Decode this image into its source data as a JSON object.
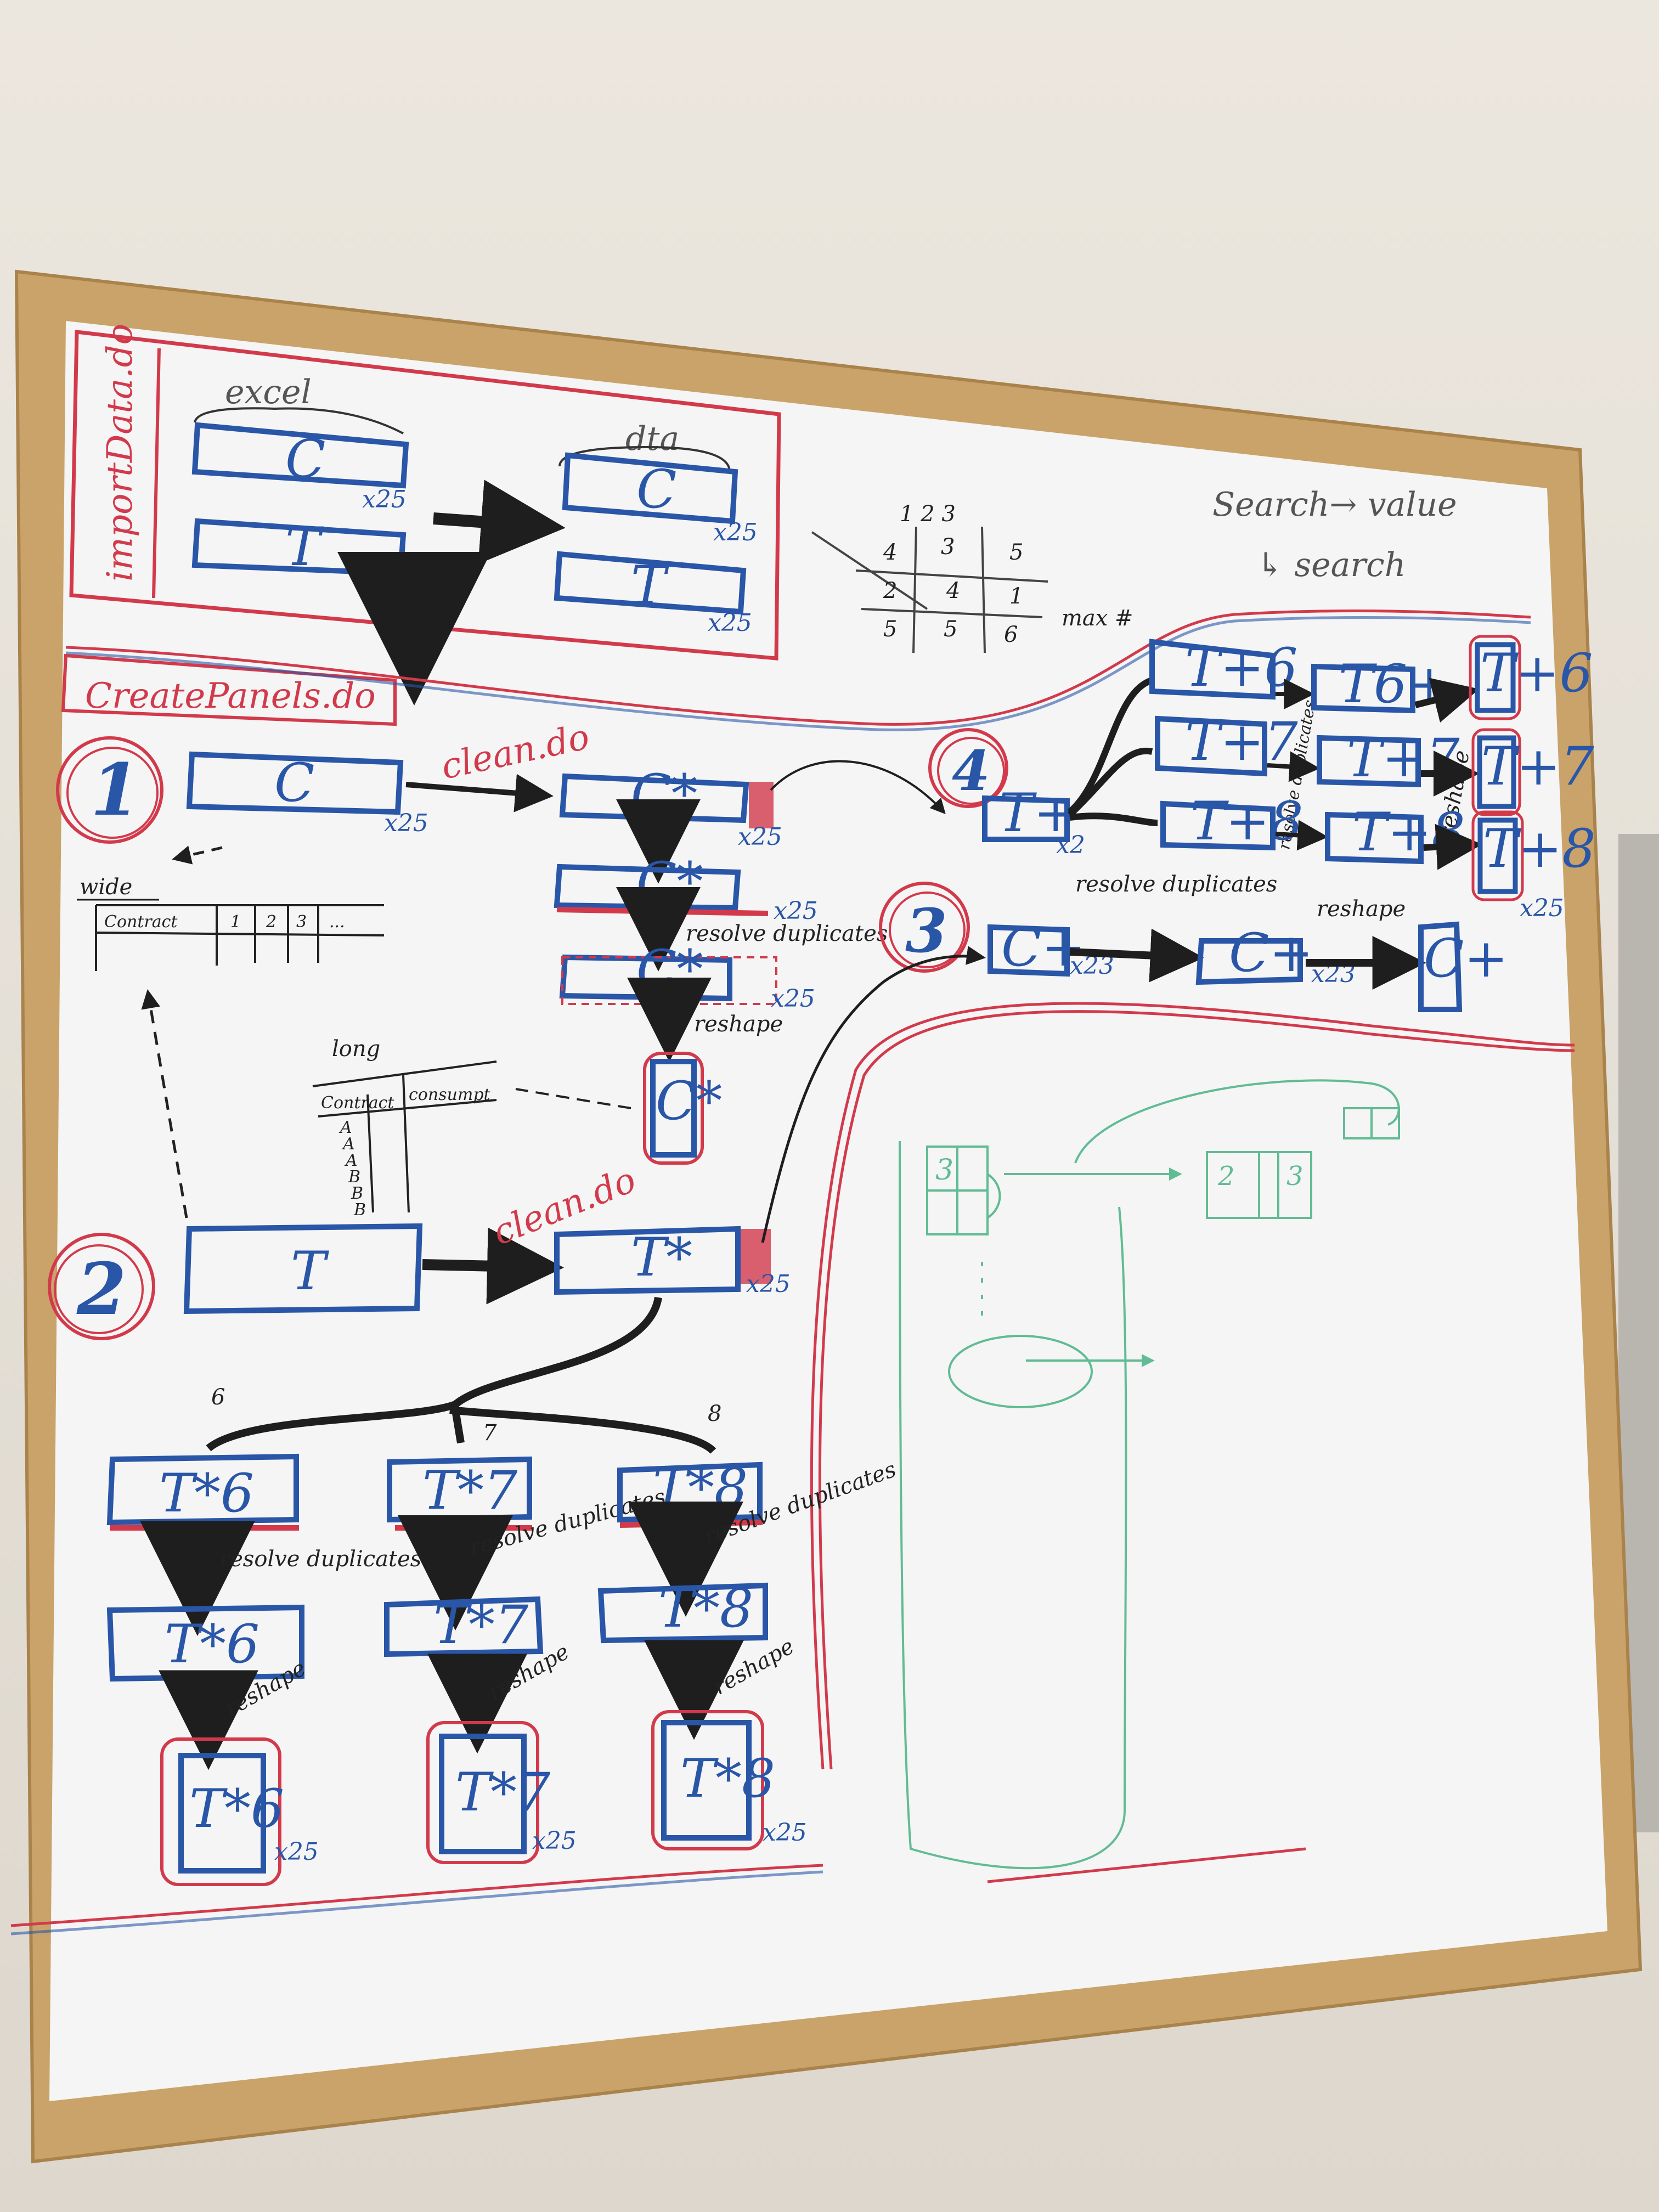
{
  "import_block": {
    "filename": "importData.do",
    "excel_label": "excel",
    "dta_label": "dta",
    "box_c": "C",
    "box_t": "T",
    "count": "x25"
  },
  "create_panels": "CreatePanels.do",
  "top_right_note": {
    "line1": "Search→ value",
    "line2": "↳ search"
  },
  "grid_note": {
    "header": "1 2 3",
    "cells": [
      "4",
      "3",
      "5",
      "2",
      "4",
      "1",
      "5",
      "5",
      "6"
    ],
    "label": "max #"
  },
  "step_numbers": {
    "one": "1",
    "two": "2",
    "three": "3",
    "four": "4"
  },
  "section1": {
    "c_box": "C",
    "clean_label": "clean.do",
    "c_star": "C*",
    "count": "x25",
    "wide_label": "wide",
    "wide_headers": [
      "Contract",
      "1",
      "2",
      "3",
      "..."
    ],
    "resolve_label": "resolve duplicates",
    "reshape_label": "reshape",
    "long_label": "long",
    "long_headers": [
      "Contract",
      "consumpt"
    ],
    "long_rows": [
      "A",
      "A",
      "A",
      "B",
      "B",
      "B"
    ]
  },
  "section2": {
    "t_box": "T",
    "clean_label": "clean.do",
    "t_star": "T*",
    "count": "x25",
    "branch_labels": [
      "6",
      "7",
      "8"
    ],
    "columns": [
      {
        "top": "T*6",
        "mid": "T*6",
        "bottom": "T*6",
        "count": "x25"
      },
      {
        "top": "T*7",
        "mid": "T*7",
        "bottom": "T*7",
        "count": "x25"
      },
      {
        "top": "T*8",
        "mid": "T*8",
        "bottom": "T*8",
        "count": "x25"
      }
    ],
    "resolve_label": "resolve duplicates",
    "reshape_label": "reshape"
  },
  "section3": {
    "c_plus": "C+",
    "resolve_label": "resolve duplicates",
    "reshape_label": "reshape",
    "count": "x23"
  },
  "section4": {
    "t_plus": "T+",
    "count": "x2",
    "rows": [
      {
        "a": "T+6",
        "b": "T6+",
        "c": "T+6"
      },
      {
        "a": "T+7",
        "b": "T+7",
        "c": "T+7"
      },
      {
        "a": "T+8",
        "b": "T+8",
        "c": "T+8"
      }
    ],
    "resolve_label": "resolve duplicates",
    "reshape_label": "reshape",
    "final_count": "x25"
  },
  "green_sketch": {
    "cells": [
      "3",
      "2",
      "3"
    ]
  },
  "colors": {
    "wood": "#c9a36a",
    "board": "#f4f5f4",
    "blue_marker": "#2a56a8",
    "red_marker": "#d23a4c",
    "green_marker": "#52b58a",
    "black_marker": "#1e1e1e"
  }
}
